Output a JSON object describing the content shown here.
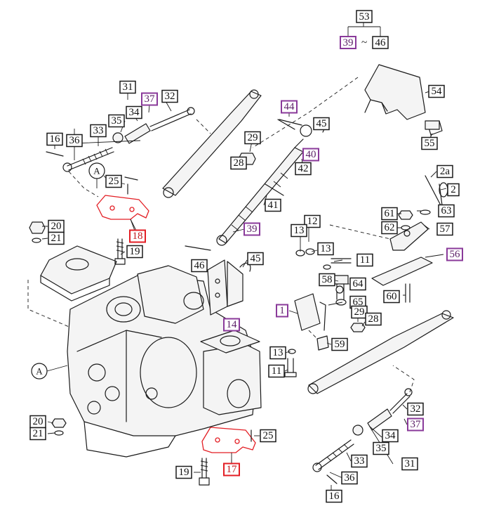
{
  "diagram": {
    "range_note": {
      "top": "53",
      "from": "39",
      "sep": "~",
      "to": "46"
    },
    "view_marks": [
      "A",
      "A"
    ],
    "callouts": [
      {
        "id": "c31",
        "label": "31"
      },
      {
        "id": "c37a",
        "label": "37",
        "highlight": "purple"
      },
      {
        "id": "c32a",
        "label": "32"
      },
      {
        "id": "c34a",
        "label": "34"
      },
      {
        "id": "c35a",
        "label": "35"
      },
      {
        "id": "c16a",
        "label": "16"
      },
      {
        "id": "c36a",
        "label": "36"
      },
      {
        "id": "c33a",
        "label": "33"
      },
      {
        "id": "c25a",
        "label": "25"
      },
      {
        "id": "c18",
        "label": "18",
        "highlight": "red"
      },
      {
        "id": "c19a",
        "label": "19"
      },
      {
        "id": "c20a",
        "label": "20"
      },
      {
        "id": "c21a",
        "label": "21"
      },
      {
        "id": "c44",
        "label": "44",
        "highlight": "purple"
      },
      {
        "id": "c45a",
        "label": "45"
      },
      {
        "id": "c29a",
        "label": "29"
      },
      {
        "id": "c28a",
        "label": "28"
      },
      {
        "id": "c40",
        "label": "40",
        "highlight": "purple"
      },
      {
        "id": "c42",
        "label": "42"
      },
      {
        "id": "c41",
        "label": "41"
      },
      {
        "id": "c39",
        "label": "39",
        "highlight": "purple"
      },
      {
        "id": "c54",
        "label": "54"
      },
      {
        "id": "c55",
        "label": "55"
      },
      {
        "id": "c2a",
        "label": "2a"
      },
      {
        "id": "c2",
        "label": "2"
      },
      {
        "id": "c61",
        "label": "61"
      },
      {
        "id": "c63",
        "label": "63"
      },
      {
        "id": "c62",
        "label": "62"
      },
      {
        "id": "c57",
        "label": "57"
      },
      {
        "id": "c56",
        "label": "56",
        "highlight": "purple"
      },
      {
        "id": "c12",
        "label": "12"
      },
      {
        "id": "c13a",
        "label": "13"
      },
      {
        "id": "c13b",
        "label": "13"
      },
      {
        "id": "c11a",
        "label": "11"
      },
      {
        "id": "c46",
        "label": "46"
      },
      {
        "id": "c45b",
        "label": "45"
      },
      {
        "id": "c58",
        "label": "58"
      },
      {
        "id": "c64",
        "label": "64"
      },
      {
        "id": "c60",
        "label": "60"
      },
      {
        "id": "c65",
        "label": "65"
      },
      {
        "id": "c29b",
        "label": "29"
      },
      {
        "id": "c28b",
        "label": "28"
      },
      {
        "id": "c1",
        "label": "1",
        "highlight": "purple"
      },
      {
        "id": "c14",
        "label": "14",
        "highlight": "purple"
      },
      {
        "id": "c59",
        "label": "59"
      },
      {
        "id": "c13c",
        "label": "13"
      },
      {
        "id": "c11b",
        "label": "11"
      },
      {
        "id": "c20b",
        "label": "20"
      },
      {
        "id": "c21b",
        "label": "21"
      },
      {
        "id": "c25b",
        "label": "25"
      },
      {
        "id": "c17",
        "label": "17",
        "highlight": "red"
      },
      {
        "id": "c19b",
        "label": "19"
      },
      {
        "id": "c32b",
        "label": "32"
      },
      {
        "id": "c37b",
        "label": "37",
        "highlight": "purple"
      },
      {
        "id": "c34b",
        "label": "34"
      },
      {
        "id": "c35b",
        "label": "35"
      },
      {
        "id": "c31b",
        "label": "31"
      },
      {
        "id": "c33b",
        "label": "33"
      },
      {
        "id": "c36b",
        "label": "36"
      },
      {
        "id": "c16b",
        "label": "16"
      }
    ]
  }
}
